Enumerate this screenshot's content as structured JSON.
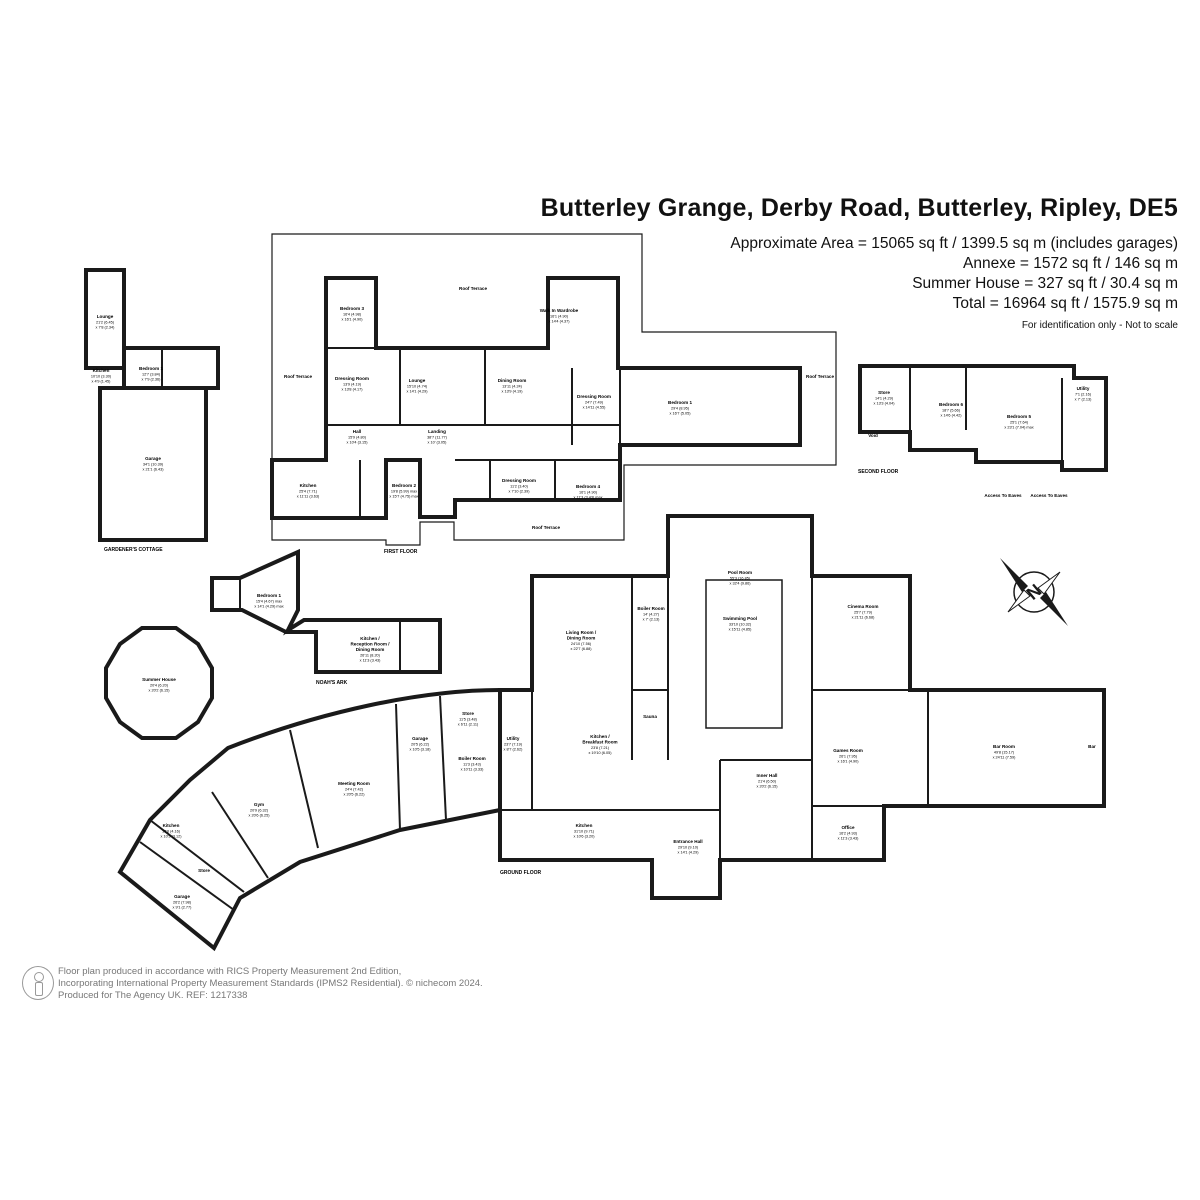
{
  "header": {
    "title": "Butterley Grange, Derby Road, Butterley, Ripley, DE5",
    "areas": [
      "Approximate Area = 15065 sq ft / 1399.5 sq m (includes garages)",
      "Annexe = 1572 sq ft / 146 sq m",
      "Summer House = 327 sq ft / 30.4 sq m",
      "Total = 16964 sq ft / 1575.9 sq m"
    ],
    "note": "For identification only - Not to scale"
  },
  "footer": {
    "line1": "Floor plan produced in accordance with RICS Property Measurement 2nd Edition,",
    "line2": "Incorporating International Property Measurement Standards (IPMS2 Residential).  © nichecom 2024.",
    "line3": "Produced for The Agency UK.   REF: 1217338"
  },
  "compass": {
    "letter": "N"
  },
  "floors": {
    "first": "FIRST FLOOR",
    "second": "SECOND FLOOR",
    "ground": "GROUND FLOOR",
    "gardener": "GARDENER'S COTTAGE",
    "noah": "NOAH'S ARK"
  },
  "rooms": [
    {
      "name": "Lounge",
      "dims": [
        "21'2 (6.45)",
        "x 7'8 (2.34)"
      ]
    },
    {
      "name": "Kitchen",
      "dims": [
        "10'10 (3.30)",
        "x 4'9 (1.45)"
      ]
    },
    {
      "name": "Bedroom 1",
      "dims": [
        "12'7 (3.84)",
        "x 7'9 (2.36)"
      ]
    },
    {
      "name": "Garage",
      "dims": [
        "34'1 (10.39)",
        "x 21'1 (6.43)"
      ]
    },
    {
      "name": "Roof Terrace",
      "dims": []
    },
    {
      "name": "Roof Terrace",
      "dims": []
    },
    {
      "name": "Bedroom 3",
      "dims": [
        "16'4 (4.98)",
        "x 16'1 (4.90)"
      ]
    },
    {
      "name": "Dressing Room",
      "dims": [
        "13'9 (4.19)",
        "x 13'8 (4.17)"
      ]
    },
    {
      "name": "Lounge",
      "dims": [
        "15'10 (4.74)",
        "x 14'1 (4.29)"
      ]
    },
    {
      "name": "Dining Room",
      "dims": [
        "13'11 (4.24)",
        "x 13'9 (4.19)"
      ]
    },
    {
      "name": "Walk In Wardrobe",
      "dims": [
        "16'1 (4.90)",
        "x 14'4 (4.37)"
      ]
    },
    {
      "name": "Dressing Room",
      "dims": [
        "24'7 (7.49)",
        "x 14'11 (4.55)"
      ]
    },
    {
      "name": "Bedroom 1",
      "dims": [
        "29'4 (8.95)",
        "x 16'7 (5.05)"
      ]
    },
    {
      "name": "Roof Terrace",
      "dims": []
    },
    {
      "name": "Hall",
      "dims": [
        "15'9 (4.80)",
        "x 10'4 (3.15)"
      ]
    },
    {
      "name": "Landing",
      "dims": [
        "38'7 (11.77)",
        "x 10' (3.05)"
      ]
    },
    {
      "name": "Kitchen",
      "dims": [
        "25'4 (7.71)",
        "x 11'11 (3.63)"
      ]
    },
    {
      "name": "Bedroom 2",
      "dims": [
        "19'8 (5.99) max",
        "x 15'7 (4.75) max"
      ]
    },
    {
      "name": "Dressing Room",
      "dims": [
        "11'2 (3.40)",
        "x 7'10 (2.39)"
      ]
    },
    {
      "name": "Bedroom 4",
      "dims": [
        "16'1 (4.90)",
        "x 11'3 (3.43) max"
      ]
    },
    {
      "name": "Roof Terrace",
      "dims": []
    },
    {
      "name": "Store",
      "dims": [
        "14'1 (4.29)",
        "x 13'3 (4.04)"
      ]
    },
    {
      "name": "Bedroom 6",
      "dims": [
        "18'7 (5.66)",
        "x 14'6 (4.42)"
      ]
    },
    {
      "name": "Bedroom 5",
      "dims": [
        "25'1 (7.64)",
        "x 23'1 (7.04) max"
      ]
    },
    {
      "name": "Utility",
      "dims": [
        "7'1 (2.16)",
        "x 7' (2.13)"
      ]
    },
    {
      "name": "Void",
      "dims": []
    },
    {
      "name": "Access To Eaves",
      "dims": []
    },
    {
      "name": "Access To Eaves",
      "dims": []
    },
    {
      "name": "Bedroom 1",
      "dims": [
        "15'4 (4.67) max",
        "x 14'1 (4.29) max"
      ]
    },
    {
      "name": "Kitchen / Reception Room / Dining Room",
      "dims": [
        "26'11 (8.20)",
        "x 11'3 (3.43)"
      ]
    },
    {
      "name": "Summer House",
      "dims": [
        "20'4 (6.20)",
        "x 20'2 (6.15)"
      ]
    },
    {
      "name": "Living Room / Dining Room",
      "dims": [
        "24'10 (7.56)",
        "x 22'7 (6.88)"
      ]
    },
    {
      "name": "Boiler Room",
      "dims": [
        "14' (4.27)",
        "x 7' (2.13)"
      ]
    },
    {
      "name": "Pool Room",
      "dims": [
        "55'3 (16.85)",
        "x 32'4 (9.86)"
      ]
    },
    {
      "name": "Swimming Pool",
      "dims": [
        "33'10 (10.32)",
        "x 15'11 (4.85)"
      ]
    },
    {
      "name": "Cinema Room",
      "dims": [
        "25'7 (7.79)",
        "x 21'11 (6.68)"
      ]
    },
    {
      "name": "Sauna",
      "dims": []
    },
    {
      "name": "Kitchen / Breakfast Room",
      "dims": [
        "23'8 (7.21)",
        "x 19'10 (6.05)"
      ]
    },
    {
      "name": "Utility",
      "dims": [
        "23'7 (7.19)",
        "x 8'7 (2.62)"
      ]
    },
    {
      "name": "Store",
      "dims": [
        "11'5 (3.48)",
        "x 6'11 (2.11)"
      ]
    },
    {
      "name": "Boiler Room",
      "dims": [
        "11'3 (3.43)",
        "x 10'11 (3.33)"
      ]
    },
    {
      "name": "Garage",
      "dims": [
        "20'5 (6.22)",
        "x 10'5 (3.18)"
      ]
    },
    {
      "name": "Meeting Room",
      "dims": [
        "24'4 (7.42)",
        "x 20'5 (6.22)"
      ]
    },
    {
      "name": "Gym",
      "dims": [
        "20'9 (6.32)",
        "x 20'6 (6.25)"
      ]
    },
    {
      "name": "Kitchen",
      "dims": [
        "13'8 (4.16)",
        "x 10'3 (3.12)"
      ]
    },
    {
      "name": "Store",
      "dims": []
    },
    {
      "name": "Garage",
      "dims": [
        "26'2 (7.98)",
        "x 9'1 (2.77)"
      ]
    },
    {
      "name": "Kitchen",
      "dims": [
        "31'10 (9.71)",
        "x 10'6 (3.20)"
      ]
    },
    {
      "name": "Entrance Hall",
      "dims": [
        "29'10 (9.10)",
        "x 14'1 (4.29)"
      ]
    },
    {
      "name": "Inner Hall",
      "dims": [
        "21'4 (6.50)",
        "x 20'2 (6.15)"
      ]
    },
    {
      "name": "Games Room",
      "dims": [
        "26'1 (7.95)",
        "x 16'1 (4.90)"
      ]
    },
    {
      "name": "Office",
      "dims": [
        "16'2 (4.93)",
        "x 11'3 (3.43)"
      ]
    },
    {
      "name": "Bar Room",
      "dims": [
        "49'8 (15.17)",
        "x 24'11 (7.59)"
      ]
    },
    {
      "name": "Bar",
      "dims": []
    }
  ]
}
